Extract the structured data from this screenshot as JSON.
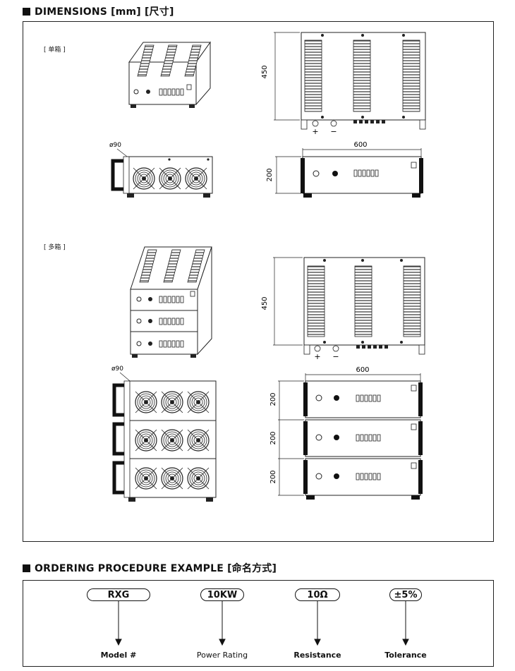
{
  "dimensions": {
    "title": "DIMENSIONS [mm] [尺寸]",
    "single_tag": "[ 单箱 ]",
    "multi_tag": "[ 多箱 ]",
    "dims": {
      "diameter": "ø90",
      "height_450": "450",
      "width_600": "600",
      "depth_200": "200",
      "plus": "+",
      "minus": "−"
    }
  },
  "ordering": {
    "title": "ORDERING PROCEDURE EXAMPLE [命名方式]",
    "items": [
      {
        "code": "RXG",
        "label": "Model #"
      },
      {
        "code": "10KW",
        "label": "Power Rating"
      },
      {
        "code": "10Ω",
        "label": "Resistance"
      },
      {
        "code": "±5%",
        "label": "Tolerance"
      }
    ]
  }
}
